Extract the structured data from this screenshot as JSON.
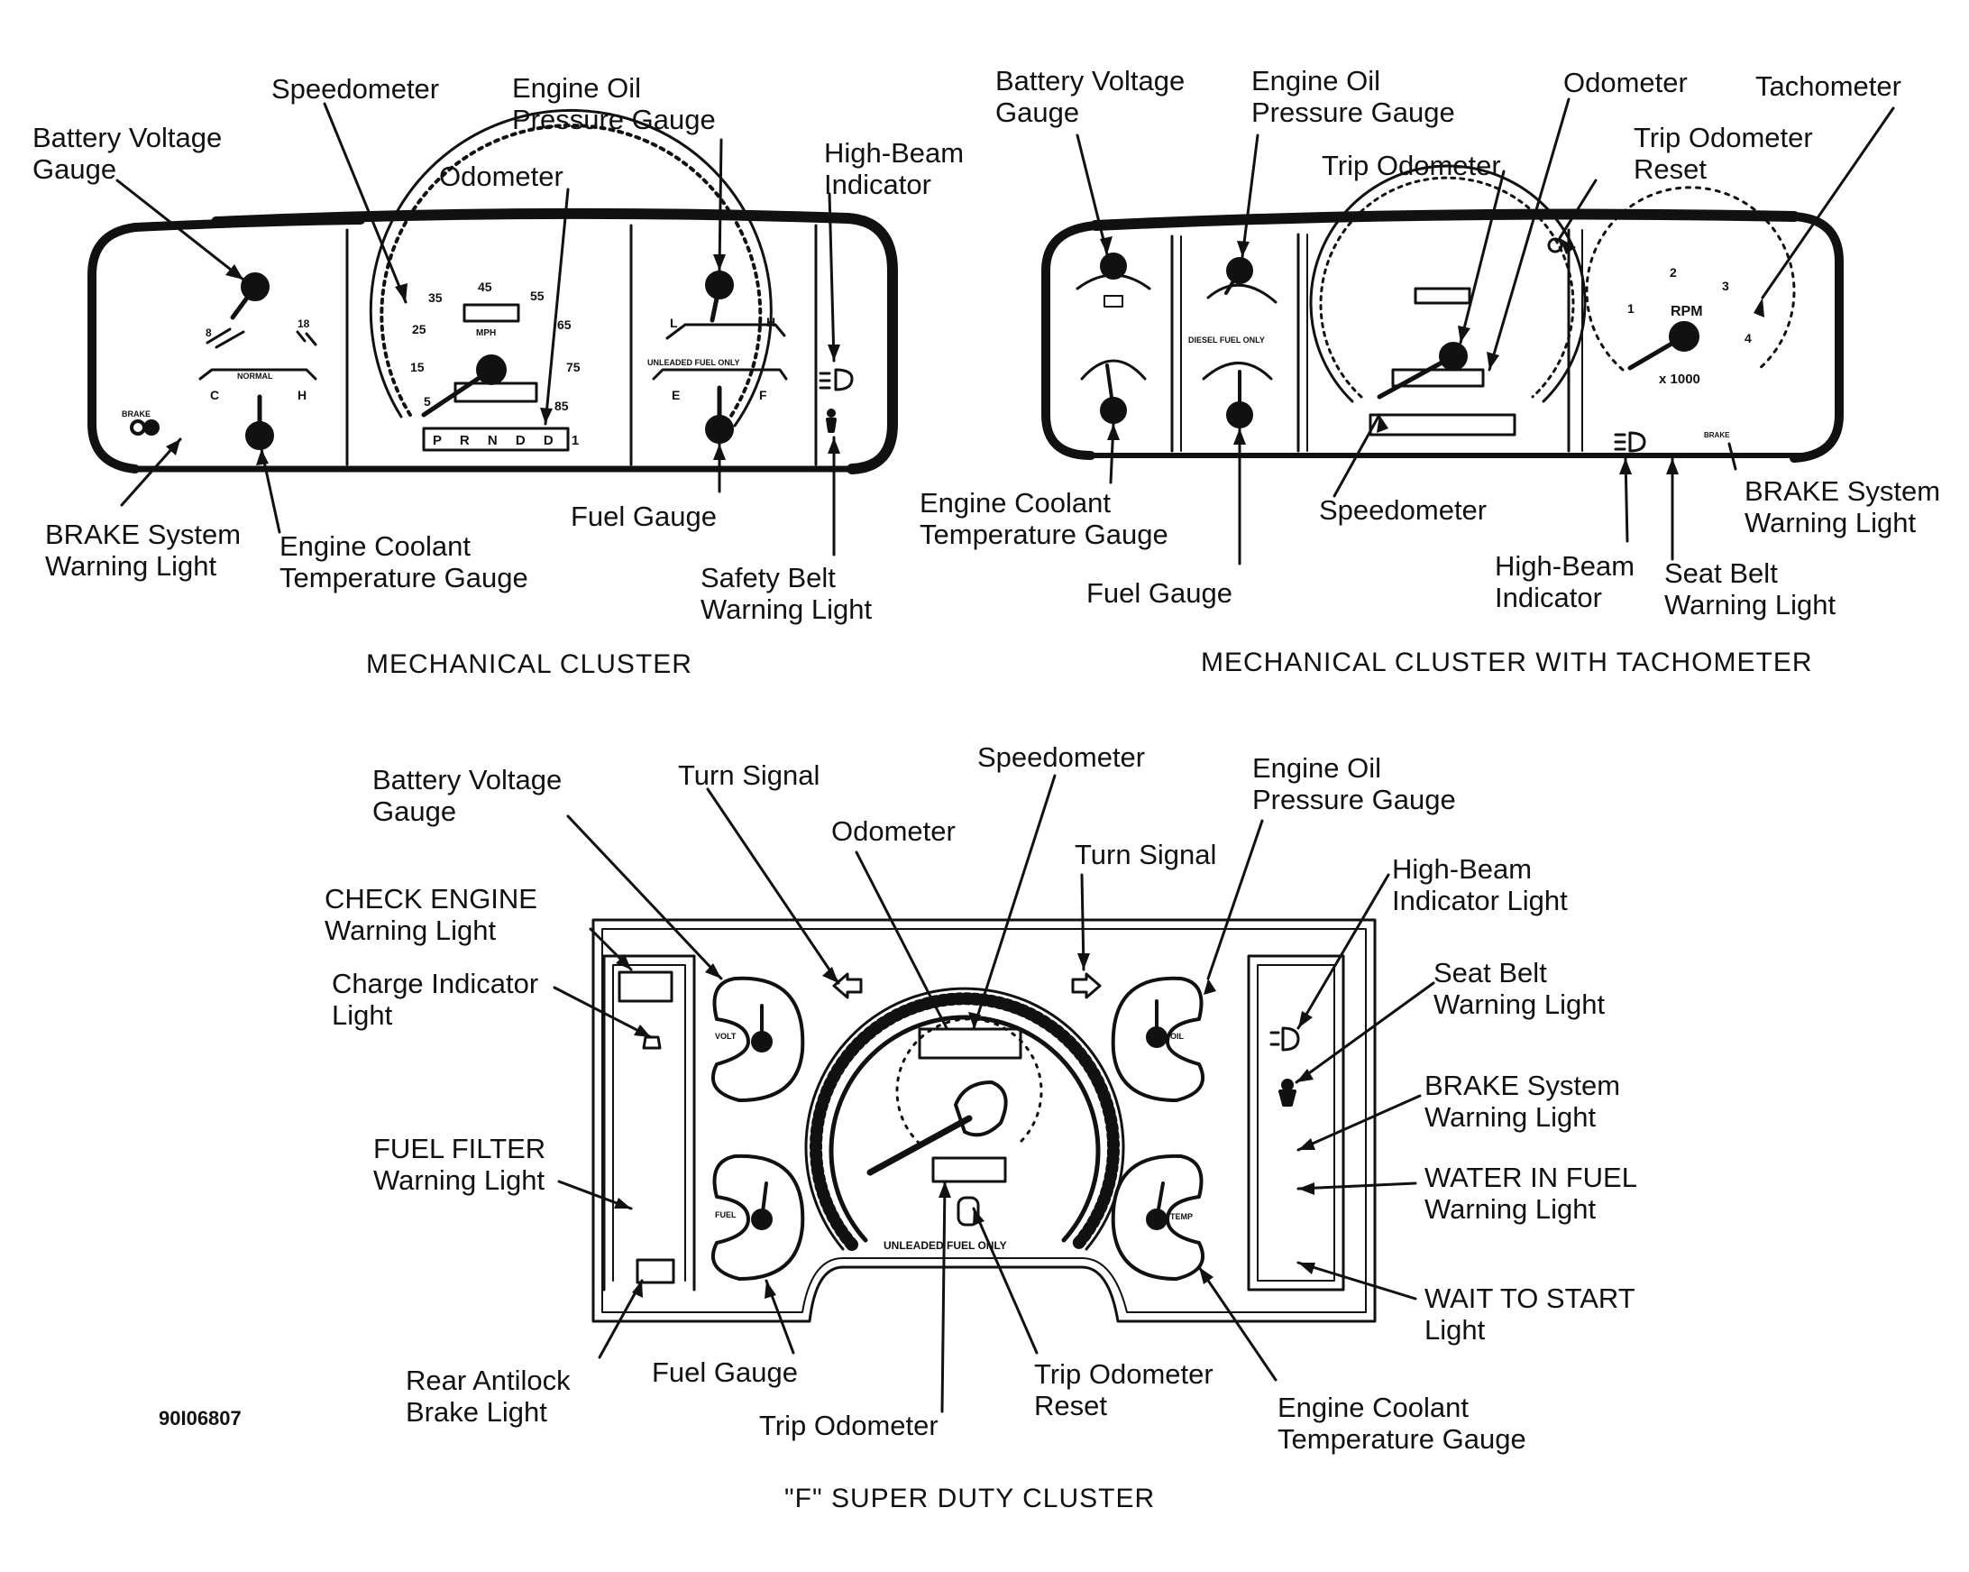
{
  "mechanical": {
    "caption": "MECHANICAL CLUSTER",
    "labels": {
      "battery": [
        "Battery Voltage",
        "Gauge"
      ],
      "speedometer": [
        "Speedometer"
      ],
      "oil": [
        "Engine Oil",
        "Pressure Gauge"
      ],
      "odometer": [
        "Odometer"
      ],
      "highbeam": [
        "High-Beam",
        "Indicator"
      ],
      "brake": [
        "BRAKE System",
        "Warning Light"
      ],
      "coolant": [
        "Engine Coolant",
        "Temperature Gauge"
      ],
      "fuel": [
        "Fuel Gauge"
      ],
      "seatbelt": [
        "Safety Belt",
        "Warning Light"
      ]
    },
    "dial": {
      "speed_ticks": [
        "5",
        "15",
        "25",
        "35",
        "45",
        "55",
        "65",
        "75",
        "85"
      ],
      "gear": "P R N D D 1",
      "mph": "MPH",
      "normal": "NORMAL",
      "unleaded": "UNLEADED FUEL ONLY",
      "brake_text": "BRAKE",
      "battery_low": "8",
      "battery_high": "18",
      "coolant_c": "C",
      "coolant_h": "H",
      "oil_l": "L",
      "oil_h": "H",
      "fuel_e": "E",
      "fuel_f": "F"
    }
  },
  "tach": {
    "caption": "MECHANICAL CLUSTER WITH TACHOMETER",
    "labels": {
      "battery": [
        "Battery Voltage",
        "Gauge"
      ],
      "oil": [
        "Engine Oil",
        "Pressure Gauge"
      ],
      "odometer": [
        "Odometer"
      ],
      "tachometer": [
        "Tachometer"
      ],
      "trip": [
        "Trip Odometer"
      ],
      "tripreset": [
        "Trip Odometer",
        "Reset"
      ],
      "coolant": [
        "Engine Coolant",
        "Temperature Gauge"
      ],
      "speedometer": [
        "Speedometer"
      ],
      "brake": [
        "BRAKE System",
        "Warning Light"
      ],
      "fuel": [
        "Fuel Gauge"
      ],
      "highbeam": [
        "High-Beam",
        "Indicator"
      ],
      "seatbelt": [
        "Seat Belt",
        "Warning Light"
      ]
    },
    "dial": {
      "rpm": "RPM",
      "x1000": "x 1000",
      "rpm_ticks": [
        "1",
        "2",
        "3",
        "4"
      ],
      "diesel": "DIESEL FUEL ONLY",
      "brake_text": "BRAKE"
    }
  },
  "superduty": {
    "caption": "\"F\" SUPER DUTY CLUSTER",
    "labels": {
      "battery": [
        "Battery Voltage",
        "Gauge"
      ],
      "turn1": [
        "Turn Signal"
      ],
      "speedometer": [
        "Speedometer"
      ],
      "oil": [
        "Engine Oil",
        "Pressure Gauge"
      ],
      "odometer": [
        "Odometer"
      ],
      "turn2": [
        "Turn Signal"
      ],
      "checkengine": [
        "CHECK ENGINE",
        "Warning Light"
      ],
      "highbeam": [
        "High-Beam",
        "Indicator Light"
      ],
      "charge": [
        "Charge Indicator",
        "Light"
      ],
      "seatbelt": [
        "Seat Belt",
        "Warning Light"
      ],
      "brake": [
        "BRAKE System",
        "Warning Light"
      ],
      "fuelfilter": [
        "FUEL FILTER",
        "Warning Light"
      ],
      "water": [
        "WATER IN FUEL",
        "Warning Light"
      ],
      "waitstart": [
        "WAIT TO START",
        "Light"
      ],
      "antilock": [
        "Rear Antilock",
        "Brake Light"
      ],
      "fuel": [
        "Fuel Gauge"
      ],
      "trip": [
        "Trip Odometer"
      ],
      "tripreset": [
        "Trip Odometer",
        "Reset"
      ],
      "coolant": [
        "Engine Coolant",
        "Temperature Gauge"
      ]
    },
    "dial": {
      "unleaded": "UNLEADED FUEL ONLY",
      "volt": "VOLT",
      "fuel": "FUEL",
      "oil": "OIL",
      "temp": "TEMP"
    }
  },
  "figure_number": "90I06807"
}
